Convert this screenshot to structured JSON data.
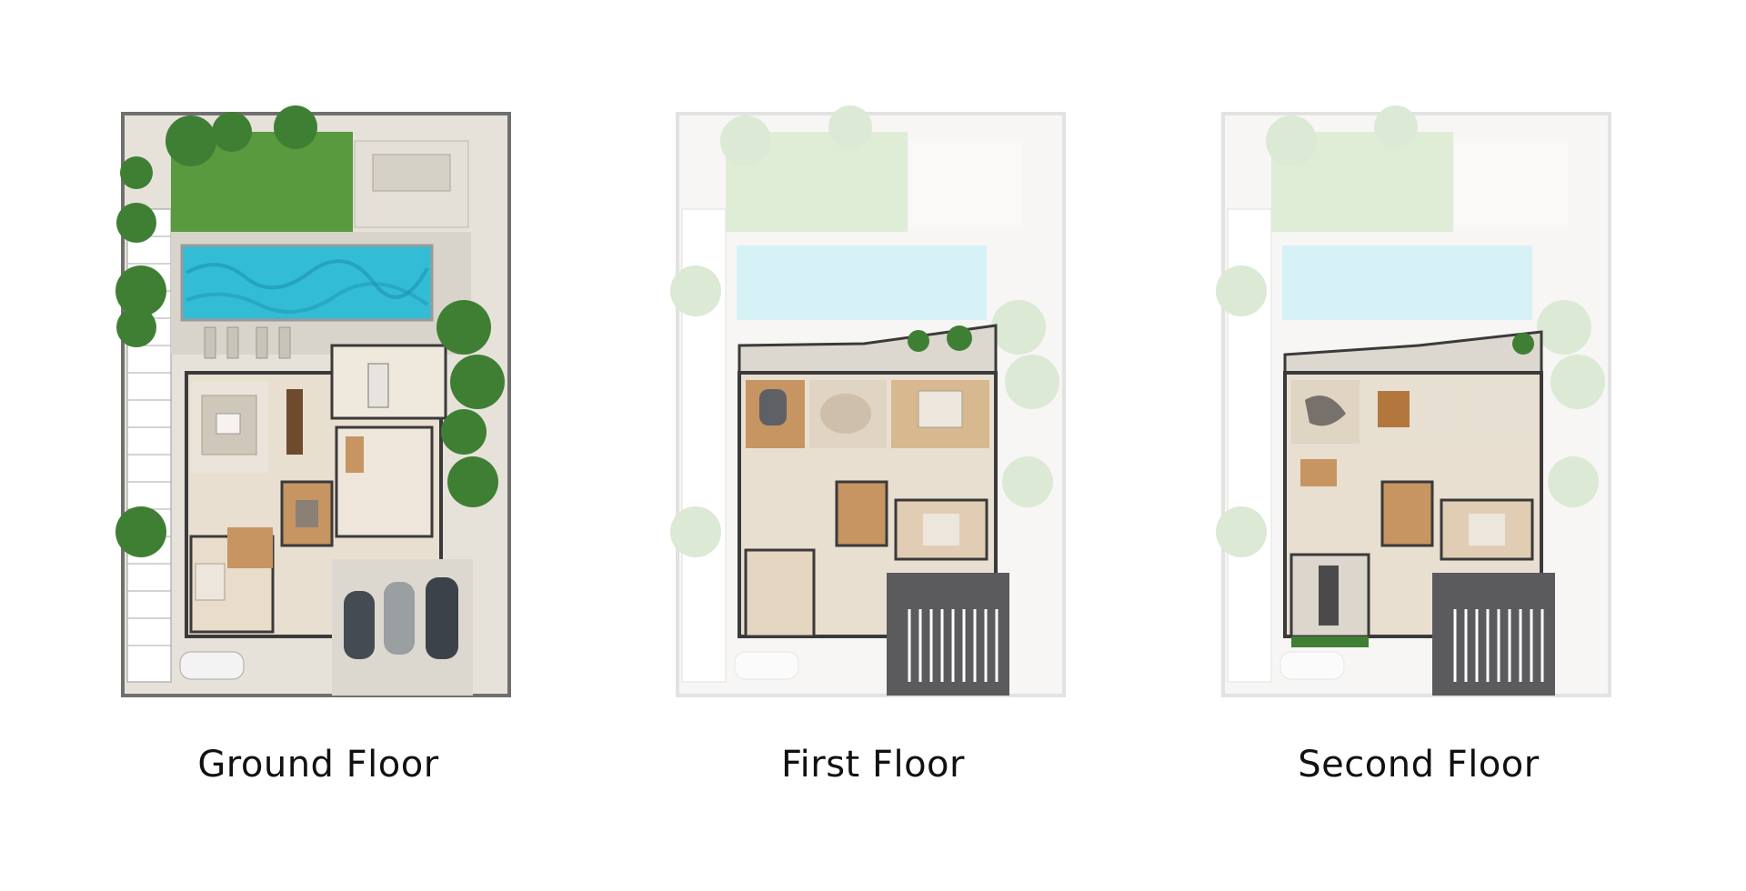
{
  "floors": [
    {
      "label": "Ground Floor"
    },
    {
      "label": "First Floor"
    },
    {
      "label": "Second Floor"
    }
  ],
  "colors": {
    "garden": "#4f8f3a",
    "tree": "#3f7f34",
    "pool": "#33bcd6",
    "terrace": "#dcd8cf",
    "wood": "#c69562",
    "wall": "#3a3a3a",
    "driveway": "#5b5a5d",
    "tile": "#e9dfd1"
  }
}
